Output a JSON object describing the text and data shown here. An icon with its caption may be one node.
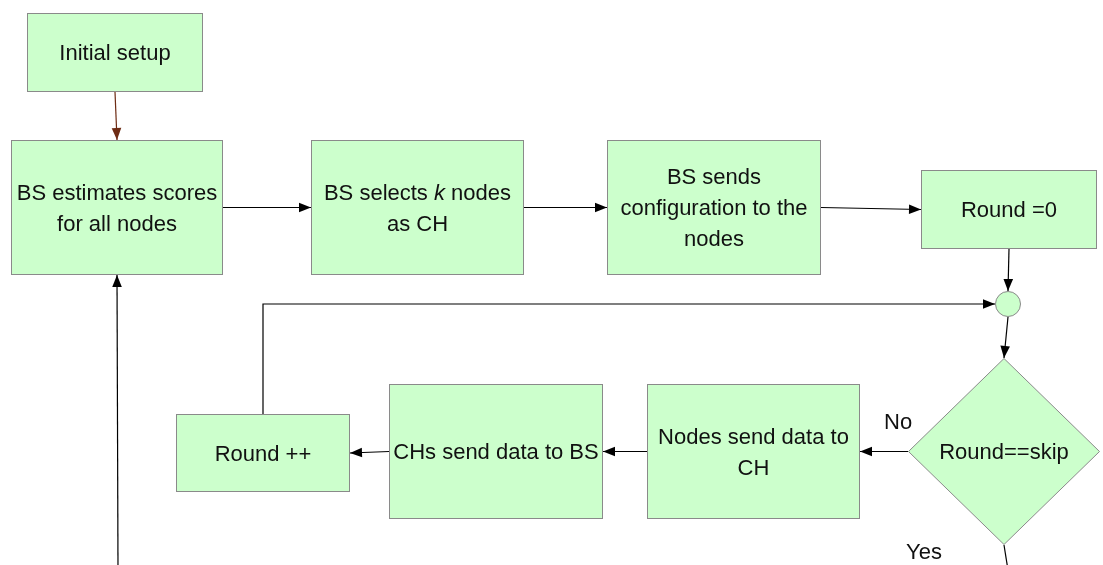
{
  "diagram": {
    "nodes": [
      {
        "text": [
          "Initial setup"
        ]
      },
      {
        "text": [
          "BS estimates scores for all nodes"
        ]
      },
      {
        "text": [
          "BS selects *k* nodes as CH"
        ]
      },
      {
        "text": [
          "BS sends configuration to the nodes"
        ]
      },
      {
        "text": [
          "Round =0"
        ]
      },
      {
        "text": [],
        "shape": "circle"
      },
      {
        "text": [
          "Round==skip"
        ]
      },
      {
        "text": [
          "Nodes send data to CH"
        ]
      },
      {
        "text": [
          "CHs send data to BS"
        ]
      },
      {
        "text": [
          "Round ++"
        ]
      }
    ],
    "edges": [
      {
        "from": 0,
        "to": 1,
        "arrow": "to",
        "color": "#6e2c14"
      },
      {
        "from": 1,
        "to": 2,
        "arrow": "to"
      },
      {
        "from": 2,
        "to": 3,
        "arrow": "to"
      },
      {
        "from": 3,
        "to": 4,
        "arrow": "to"
      },
      {
        "from": 4,
        "to": 5,
        "arrow": "to"
      },
      {
        "from": 5,
        "to": 6,
        "arrow": "to"
      },
      {
        "from": 6,
        "to": 7,
        "arrow": "to",
        "label": "No"
      },
      {
        "from": 7,
        "to": 8,
        "arrow": "to"
      },
      {
        "from": 8,
        "to": 9,
        "arrow": "to"
      },
      {
        "from": 9,
        "to": 5,
        "arrow": "to"
      },
      {
        "from": 6,
        "to": null,
        "arrow": "none",
        "label": "Yes"
      },
      {
        "from": null,
        "to": 1,
        "arrow": "to"
      }
    ]
  }
}
